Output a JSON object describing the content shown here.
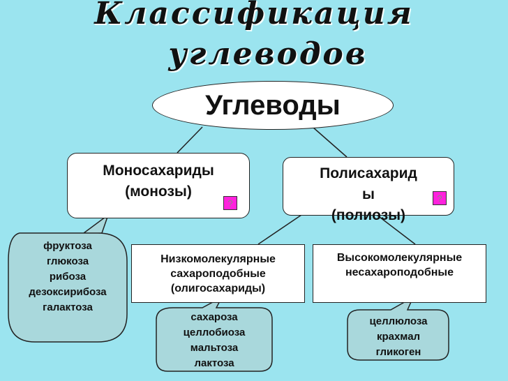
{
  "title": {
    "line1": "Классификация",
    "line2": "углеводов"
  },
  "root": "Углеводы",
  "mono": {
    "label": "Моносахариды\n(монозы)",
    "q": "?",
    "examples": "фруктоза\nглюкоза\nрибоза\nдезоксирибоза\nгалактоза"
  },
  "poly": {
    "label": "Полисахарид\nы\n(полиозы)",
    "q": "?"
  },
  "low": {
    "label": "Низкомолекулярные\nсахароподобные\n(олигосахариды)",
    "examples": "сахароза\nцеллобиоза\nмальтоза\nлактоза"
  },
  "high": {
    "label": "Высокомолекулярные\nнесахароподобные",
    "examples": "целлюлоза\nкрахмал\nгликоген"
  },
  "colors": {
    "background": "#9be4ef",
    "callout": "#a9d8dc",
    "qmark": "#ff22dd"
  }
}
